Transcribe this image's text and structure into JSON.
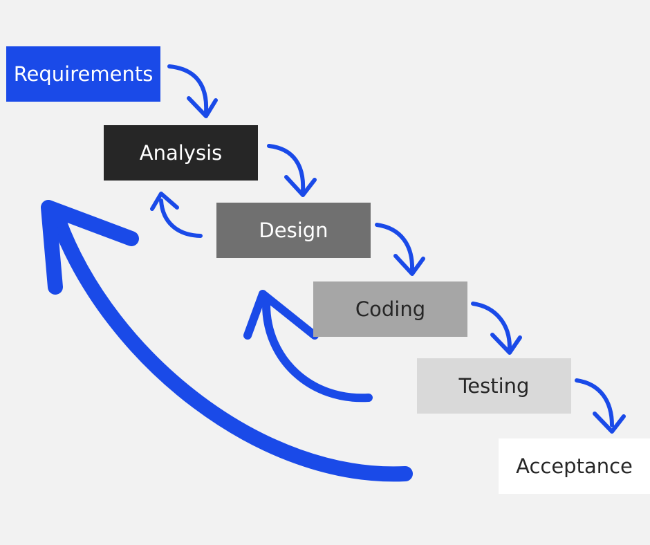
{
  "stages": [
    {
      "label": "Requirements",
      "bg": "#1a4ae8",
      "fg": "#ffffff"
    },
    {
      "label": "Analysis",
      "bg": "#262626",
      "fg": "#ffffff"
    },
    {
      "label": "Design",
      "bg": "#707070",
      "fg": "#ffffff"
    },
    {
      "label": "Coding",
      "bg": "#a6a6a6",
      "fg": "#262626"
    },
    {
      "label": "Testing",
      "bg": "#d9d9d9",
      "fg": "#262626"
    },
    {
      "label": "Acceptance",
      "bg": "#ffffff",
      "fg": "#262626"
    }
  ],
  "arrow_color": "#1a4ae8",
  "background": "#f2f2f2"
}
